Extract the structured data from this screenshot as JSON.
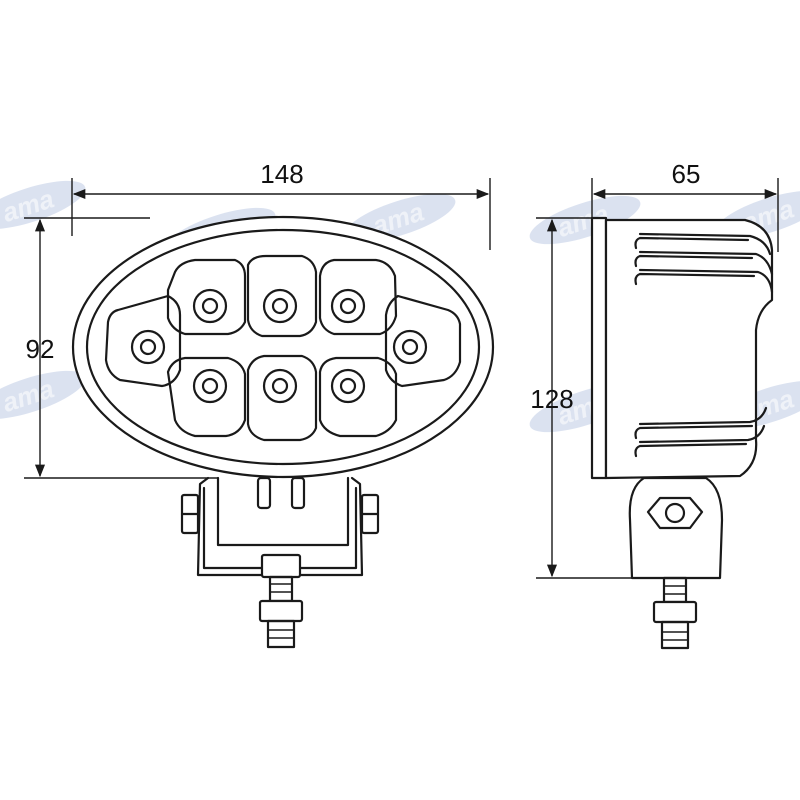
{
  "watermark": {
    "text": "ama",
    "color": "#4a6fb5"
  },
  "front_view": {
    "width_label": "148",
    "height_label": "92",
    "led_count": 8
  },
  "side_view": {
    "depth_label": "65",
    "height_label": "128"
  }
}
